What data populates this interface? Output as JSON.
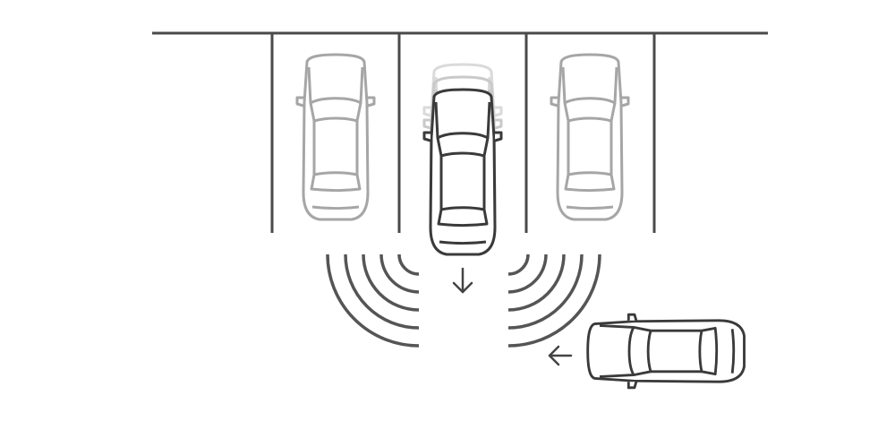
{
  "colors": {
    "background": "#ffffff",
    "line": "#4a4a4a",
    "parked_car": "#a6a6a6",
    "active_car": "#3a3a3a",
    "ghost_car": "#d2d2d2",
    "radar_wave": "#555555",
    "arrow": "#444444"
  },
  "scene": {
    "parking_spaces": 3,
    "parked_cars": [
      "car-left",
      "car-right"
    ],
    "reversing_car": "car-center",
    "approaching_car": "car-crossing",
    "radar_waves_per_side": 5,
    "icons": [
      "down-arrow-icon",
      "left-arrow-icon",
      "radar-wave-icon",
      "car-icon"
    ]
  }
}
